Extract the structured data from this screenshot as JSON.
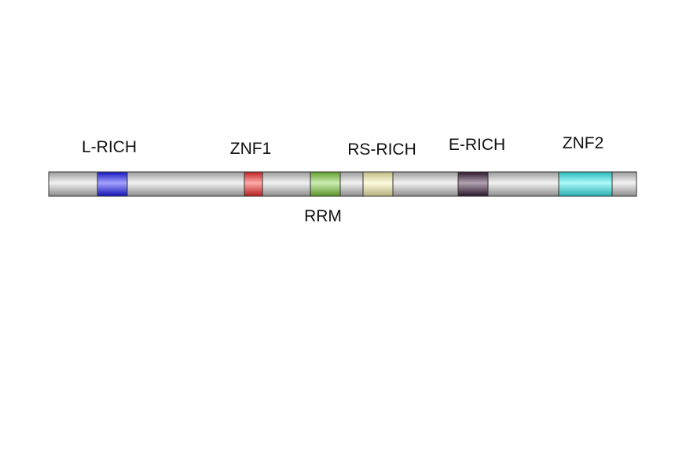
{
  "domains": [
    {
      "id": "l-rich",
      "label": "L-RICH",
      "color": "#1a1aff"
    },
    {
      "id": "znf1",
      "label": "ZNF1",
      "color": "#ff2a2a"
    },
    {
      "id": "rrm",
      "label": "RRM",
      "color": "#7fd23a"
    },
    {
      "id": "rs-rich",
      "label": "RS-RICH",
      "color": "#fff8b0"
    },
    {
      "id": "e-rich",
      "label": "E-RICH",
      "color": "#3a1a3a"
    },
    {
      "id": "znf2",
      "label": "ZNF2",
      "color": "#33f5f5"
    }
  ],
  "bar_color": "#c0c0c0"
}
